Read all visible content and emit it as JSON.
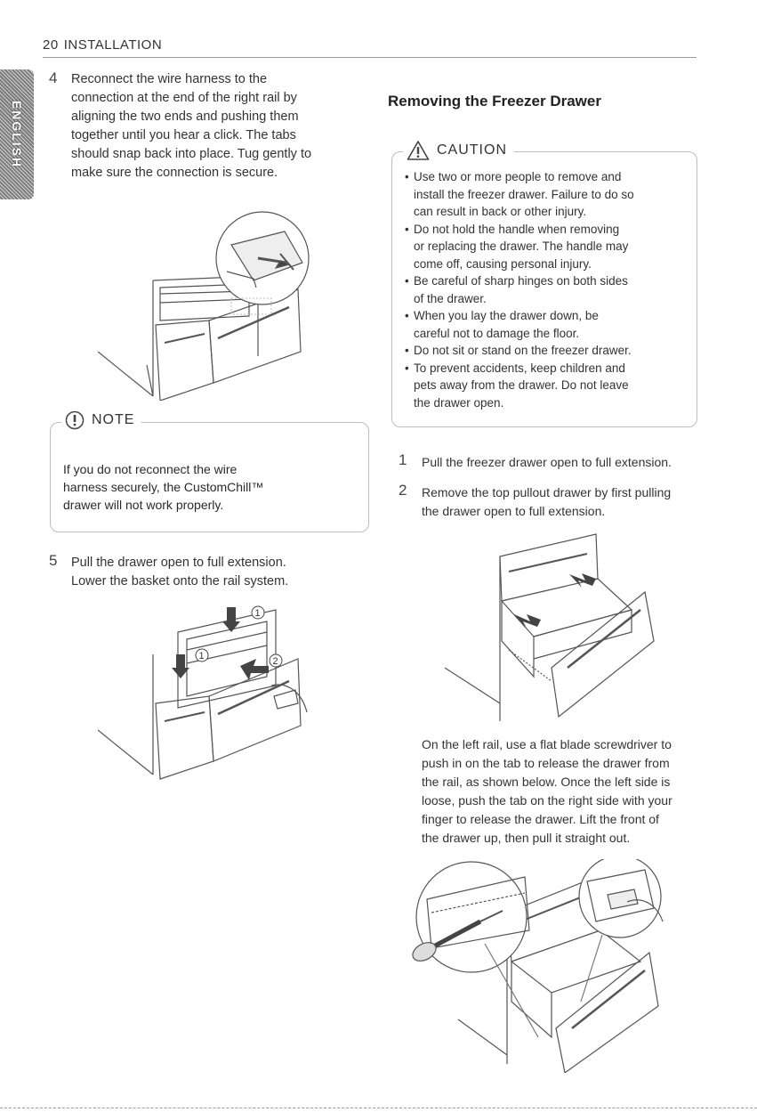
{
  "header": {
    "page_number": "20",
    "section": "INSTALLATION"
  },
  "side_tab": {
    "label": "ENGLISH"
  },
  "left": {
    "step4": {
      "number": "4",
      "lines": [
        "Reconnect the wire harness to the",
        "connection at the end of the right rail by",
        "aligning the two ends and pushing them",
        "together until you hear a click. The tabs",
        "should snap back into place. Tug gently to",
        "make sure the connection is secure."
      ]
    },
    "note": {
      "title": "NOTE",
      "lines": [
        "If you do not reconnect the wire",
        "harness securely, the CustomChill™",
        "drawer will not work properly."
      ]
    },
    "step5": {
      "number": "5",
      "lines": [
        "Pull the drawer open to full extension.",
        "Lower the basket onto the rail system."
      ]
    },
    "marker1": "1",
    "marker2": "2"
  },
  "right": {
    "title": "Removing the Freezer Drawer",
    "caution": {
      "title": "CAUTION",
      "items": [
        [
          "Use two or more people to remove and",
          "install the freezer drawer. Failure to do so",
          "can result in back or other injury."
        ],
        [
          "Do not hold the handle when removing",
          "or replacing the drawer. The handle may",
          "come off, causing personal injury."
        ],
        [
          "Be careful of sharp hinges on both sides",
          "of the drawer."
        ],
        [
          "When you lay the drawer down, be",
          "careful not to damage the floor."
        ],
        [
          "Do not sit or stand on the freezer drawer."
        ],
        [
          "To prevent accidents, keep children and",
          "pets away from the drawer. Do not leave",
          "the drawer open."
        ]
      ]
    },
    "step1": {
      "number": "1",
      "lines": [
        "Pull the freezer drawer open to full extension."
      ]
    },
    "step2": {
      "number": "2",
      "lines": [
        "Remove the top pullout drawer by first pulling",
        "the drawer open to full extension."
      ]
    },
    "para": {
      "lines": [
        "On the left rail, use a flat blade screwdriver to",
        "push in on the tab to release the drawer from",
        "the rail, as shown below. Once the left side is",
        "loose, push the tab on the right side with your",
        "finger to release the drawer. Lift the front of",
        "the drawer up, then pull it straight out."
      ]
    }
  },
  "colors": {
    "text": "#333333",
    "rule": "#9a9a9a",
    "line_art": "#555555"
  }
}
